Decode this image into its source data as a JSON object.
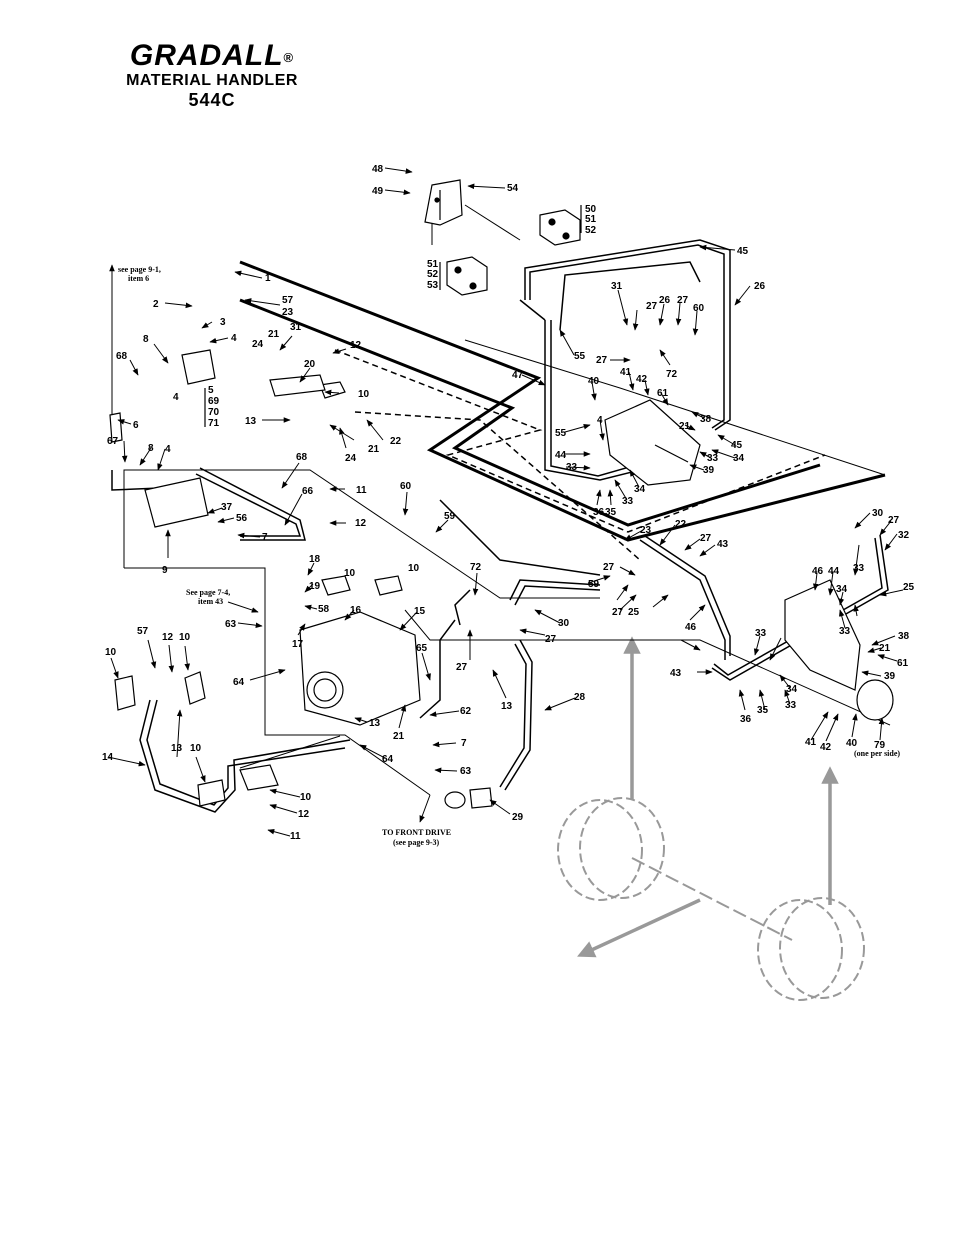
{
  "header": {
    "brand": "GRADALL",
    "registered": "®",
    "product": "MATERIAL HANDLER",
    "model": "544C"
  },
  "notes": {
    "see_91_line1": "see page 9-1,",
    "see_91_line2": "item 6",
    "see_74_line1": "See page 7-4,",
    "see_74_line2": "item 43",
    "front_drive_line1": "TO FRONT DRIVE",
    "front_drive_line2": "(see page 9-3)",
    "one_per_side": "(one per side)"
  },
  "callouts": [
    {
      "id": "c48",
      "text": "48"
    },
    {
      "id": "c49",
      "text": "49"
    },
    {
      "id": "c54",
      "text": "54"
    },
    {
      "id": "c50",
      "text": "50"
    },
    {
      "id": "c51a",
      "text": "51"
    },
    {
      "id": "c52a",
      "text": "52"
    },
    {
      "id": "c51b",
      "text": "51"
    },
    {
      "id": "c52b",
      "text": "52"
    },
    {
      "id": "c53",
      "text": "53"
    },
    {
      "id": "c45a",
      "text": "45"
    },
    {
      "id": "c26a",
      "text": "26"
    },
    {
      "id": "c1",
      "text": "1"
    },
    {
      "id": "c2",
      "text": "2"
    },
    {
      "id": "c23a",
      "text": "23"
    },
    {
      "id": "c57a",
      "text": "57"
    },
    {
      "id": "c3",
      "text": "3"
    },
    {
      "id": "c4a",
      "text": "4"
    },
    {
      "id": "c31a",
      "text": "31"
    },
    {
      "id": "c21a",
      "text": "21"
    },
    {
      "id": "c24a",
      "text": "24"
    },
    {
      "id": "c12a",
      "text": "12"
    },
    {
      "id": "c8a",
      "text": "8"
    },
    {
      "id": "c68a",
      "text": "68"
    },
    {
      "id": "c20",
      "text": "20"
    },
    {
      "id": "c5",
      "text": "5"
    },
    {
      "id": "c69",
      "text": "69"
    },
    {
      "id": "c70",
      "text": "70"
    },
    {
      "id": "c71",
      "text": "71"
    },
    {
      "id": "c4b",
      "text": "4"
    },
    {
      "id": "c10a",
      "text": "10"
    },
    {
      "id": "c13a",
      "text": "13"
    },
    {
      "id": "c24b",
      "text": "24"
    },
    {
      "id": "c21b",
      "text": "21"
    },
    {
      "id": "c22a",
      "text": "22"
    },
    {
      "id": "c6",
      "text": "6"
    },
    {
      "id": "c67",
      "text": "67"
    },
    {
      "id": "c8b",
      "text": "8"
    },
    {
      "id": "c4c",
      "text": "4"
    },
    {
      "id": "c68b",
      "text": "68"
    },
    {
      "id": "c66",
      "text": "66"
    },
    {
      "id": "c37",
      "text": "37"
    },
    {
      "id": "c56",
      "text": "56"
    },
    {
      "id": "c7a",
      "text": "7"
    },
    {
      "id": "c9",
      "text": "9"
    },
    {
      "id": "c11a",
      "text": "11"
    },
    {
      "id": "c60a",
      "text": "60"
    },
    {
      "id": "c12b",
      "text": "12"
    },
    {
      "id": "c59a",
      "text": "59"
    },
    {
      "id": "c18",
      "text": "18"
    },
    {
      "id": "c10b",
      "text": "10"
    },
    {
      "id": "c10c",
      "text": "10"
    },
    {
      "id": "c19",
      "text": "19"
    },
    {
      "id": "c58",
      "text": "58"
    },
    {
      "id": "c16",
      "text": "16"
    },
    {
      "id": "c15",
      "text": "15"
    },
    {
      "id": "c17",
      "text": "17"
    },
    {
      "id": "c63a",
      "text": "63"
    },
    {
      "id": "c65",
      "text": "65"
    },
    {
      "id": "c64a",
      "text": "64"
    },
    {
      "id": "c72a",
      "text": "72"
    },
    {
      "id": "c30a",
      "text": "30"
    },
    {
      "id": "c27a",
      "text": "27"
    },
    {
      "id": "c27b",
      "text": "27"
    },
    {
      "id": "c13b",
      "text": "13"
    },
    {
      "id": "c28",
      "text": "28"
    },
    {
      "id": "c62",
      "text": "62"
    },
    {
      "id": "c21c",
      "text": "21"
    },
    {
      "id": "c13c",
      "text": "13"
    },
    {
      "id": "c7b",
      "text": "7"
    },
    {
      "id": "c64b",
      "text": "64"
    },
    {
      "id": "c63b",
      "text": "63"
    },
    {
      "id": "c29",
      "text": "29"
    },
    {
      "id": "c57b",
      "text": "57"
    },
    {
      "id": "c12c",
      "text": "12"
    },
    {
      "id": "c10d",
      "text": "10"
    },
    {
      "id": "c10e",
      "text": "10"
    },
    {
      "id": "c13d",
      "text": "13"
    },
    {
      "id": "c14",
      "text": "14"
    },
    {
      "id": "c10f",
      "text": "10"
    },
    {
      "id": "c10g",
      "text": "10"
    },
    {
      "id": "c12d",
      "text": "12"
    },
    {
      "id": "c11b",
      "text": "11"
    },
    {
      "id": "c31b",
      "text": "31"
    },
    {
      "id": "c27c",
      "text": "27"
    },
    {
      "id": "c26b",
      "text": "26"
    },
    {
      "id": "c27d",
      "text": "27"
    },
    {
      "id": "c60b",
      "text": "60"
    },
    {
      "id": "c55a",
      "text": "55"
    },
    {
      "id": "c47",
      "text": "47"
    },
    {
      "id": "c27e",
      "text": "27"
    },
    {
      "id": "c72b",
      "text": "72"
    },
    {
      "id": "c40a",
      "text": "40"
    },
    {
      "id": "c41a",
      "text": "41"
    },
    {
      "id": "c42a",
      "text": "42"
    },
    {
      "id": "c61a",
      "text": "61"
    },
    {
      "id": "c38a",
      "text": "38"
    },
    {
      "id": "c21d",
      "text": "21"
    },
    {
      "id": "c45b",
      "text": "45"
    },
    {
      "id": "c55b",
      "text": "55"
    },
    {
      "id": "c4d",
      "text": "4"
    },
    {
      "id": "c44a",
      "text": "44"
    },
    {
      "id": "c33a",
      "text": "33"
    },
    {
      "id": "c33b",
      "text": "33"
    },
    {
      "id": "c34a",
      "text": "34"
    },
    {
      "id": "c39a",
      "text": "39"
    },
    {
      "id": "c33c",
      "text": "33"
    },
    {
      "id": "c34b",
      "text": "34"
    },
    {
      "id": "c36a",
      "text": "36"
    },
    {
      "id": "c35a",
      "text": "35"
    },
    {
      "id": "c30b",
      "text": "30"
    },
    {
      "id": "c27f",
      "text": "27"
    },
    {
      "id": "c32",
      "text": "32"
    },
    {
      "id": "c23b",
      "text": "23"
    },
    {
      "id": "c22b",
      "text": "22"
    },
    {
      "id": "c27g",
      "text": "27"
    },
    {
      "id": "c43a",
      "text": "43"
    },
    {
      "id": "c27h",
      "text": "27"
    },
    {
      "id": "c59b",
      "text": "59"
    },
    {
      "id": "c27i",
      "text": "27"
    },
    {
      "id": "c25a",
      "text": "25"
    },
    {
      "id": "c25b",
      "text": "25"
    },
    {
      "id": "c46a",
      "text": "46"
    },
    {
      "id": "c44b",
      "text": "44"
    },
    {
      "id": "c34c",
      "text": "34"
    },
    {
      "id": "c33d",
      "text": "33"
    },
    {
      "id": "c46b",
      "text": "46"
    },
    {
      "id": "c33e",
      "text": "33"
    },
    {
      "id": "c33f",
      "text": "33"
    },
    {
      "id": "c38b",
      "text": "38"
    },
    {
      "id": "c21e",
      "text": "21"
    },
    {
      "id": "c61b",
      "text": "61"
    },
    {
      "id": "c39b",
      "text": "39"
    },
    {
      "id": "c43b",
      "text": "43"
    },
    {
      "id": "c34d",
      "text": "34"
    },
    {
      "id": "c36b",
      "text": "36"
    },
    {
      "id": "c35b",
      "text": "35"
    },
    {
      "id": "c33g",
      "text": "33"
    },
    {
      "id": "c41b",
      "text": "41"
    },
    {
      "id": "c42b",
      "text": "42"
    },
    {
      "id": "c40b",
      "text": "40"
    },
    {
      "id": "c79",
      "text": "79"
    }
  ]
}
